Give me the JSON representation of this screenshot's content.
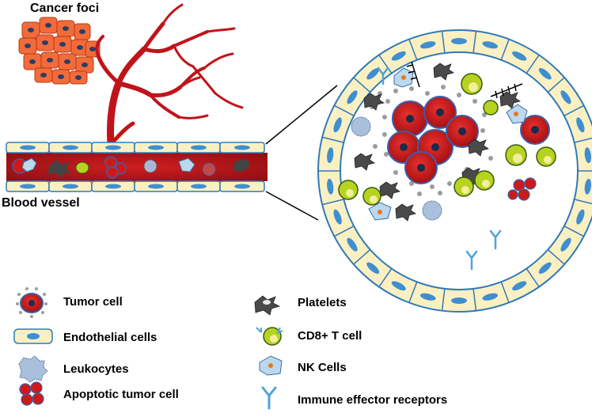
{
  "labels": {
    "cancer_foci": "Cancer foci",
    "blood_vessel": "Blood vessel"
  },
  "legend": {
    "tumor_cell": "Tumor cell",
    "endothelial_cells": "Endothelial cells",
    "leukocytes": "Leukocytes",
    "apoptotic_tumor_cell": "Apoptotic tumor cell",
    "platelets": "Platelets",
    "cd8_t_cell": "CD8+  T cell",
    "nk_cells": "NK Cells",
    "immune_effector_receptors": "Immune effector receptors"
  },
  "colors": {
    "blood_red": "#c0141b",
    "tumor_red": "#cc1a1a",
    "tumor_outline": "#3b5fa8",
    "endothelial_fill": "#fbf0c2",
    "endothelial_outline": "#2f7ab8",
    "endothelial_nucleus": "#3f8fd0",
    "cancer_cell": "#f26b3a",
    "tcell_green": "#b7d322",
    "receptor_blue": "#4fa3d8",
    "platelet_gray": "#555555",
    "nk_blue": "#bcd8ee"
  }
}
